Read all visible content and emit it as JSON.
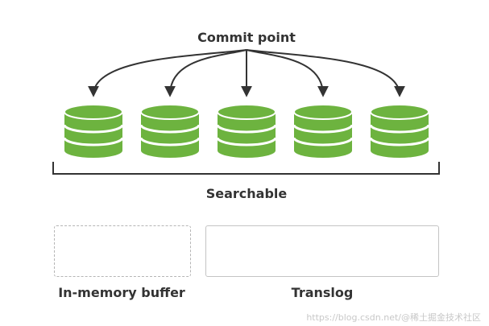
{
  "diagram": {
    "title": "Commit point",
    "group_label": "Searchable",
    "buffer_label": "In-memory buffer",
    "translog_label": "Translog",
    "segment_count": 5,
    "colors": {
      "segment_green": "#6db33f",
      "segment_band": "#ffffff",
      "arrow": "#333333",
      "bracket": "#333333"
    },
    "watermark": "https://blog.csdn.net/@稀土掘金技术社区"
  }
}
